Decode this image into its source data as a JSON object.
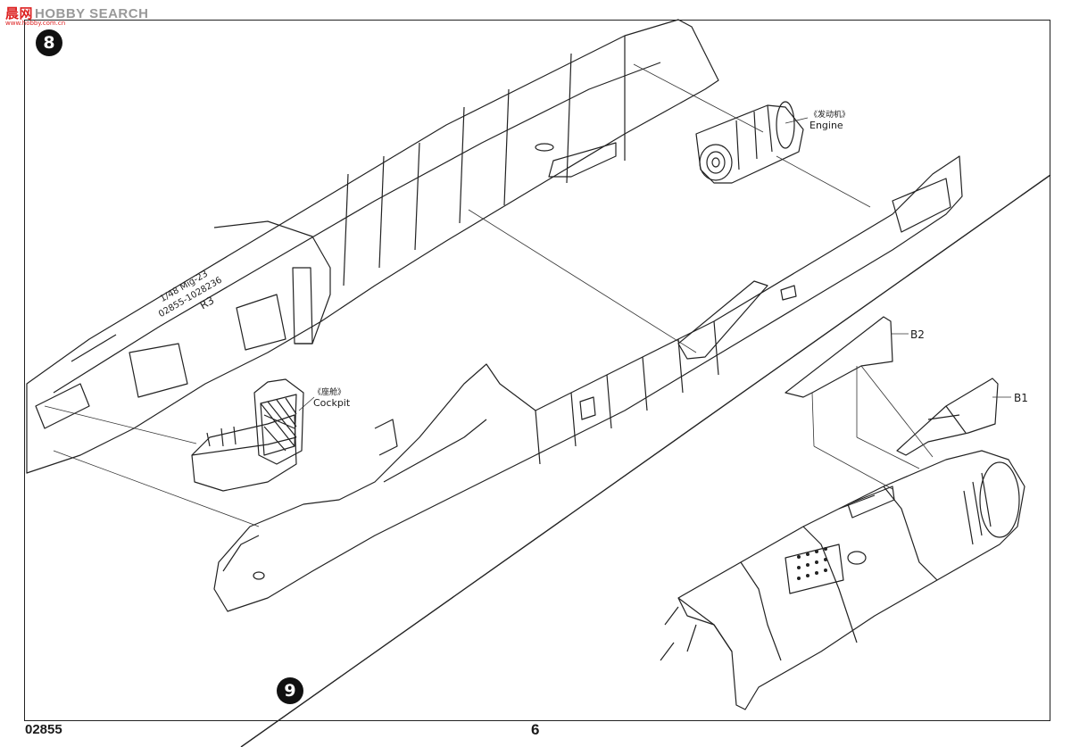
{
  "watermark": {
    "cn": "晨网",
    "en": "HOBBY SEARCH",
    "url": "www.hobby.com.cn"
  },
  "steps": {
    "step8": "8",
    "step9": "9"
  },
  "footer": {
    "kit_code": "02855",
    "page_number": "6"
  },
  "labels": {
    "engine_cn": "《发动机》",
    "engine_en": "Engine",
    "cockpit_cn": "《座舱》",
    "cockpit_en": "Cockpit",
    "part_b2": "B2",
    "part_b1": "B1"
  },
  "fuselage_marking": {
    "scale_model": "1/48  Mig-23",
    "part_numbers": "02855-1028236",
    "part_code": "R3"
  }
}
